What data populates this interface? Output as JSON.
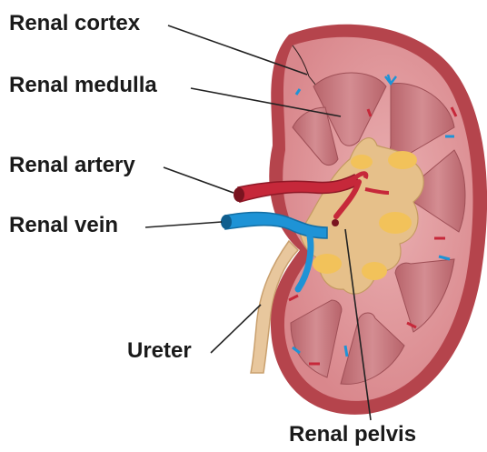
{
  "labels": {
    "renal_cortex": "Renal cortex",
    "renal_medulla": "Renal medulla",
    "renal_artery": "Renal artery",
    "renal_vein": "Renal vein",
    "ureter": "Ureter",
    "renal_pelvis": "Renal pelvis"
  },
  "colors": {
    "capsule": "#b5444c",
    "cortex": "#e39b9f",
    "medulla": "#c87a80",
    "pelvis": "#e6c08a",
    "fat": "#f2c25a",
    "ureter": "#e8c79d",
    "artery": "#c6283a",
    "vein": "#1e93d6",
    "leader_line": "#222222"
  }
}
